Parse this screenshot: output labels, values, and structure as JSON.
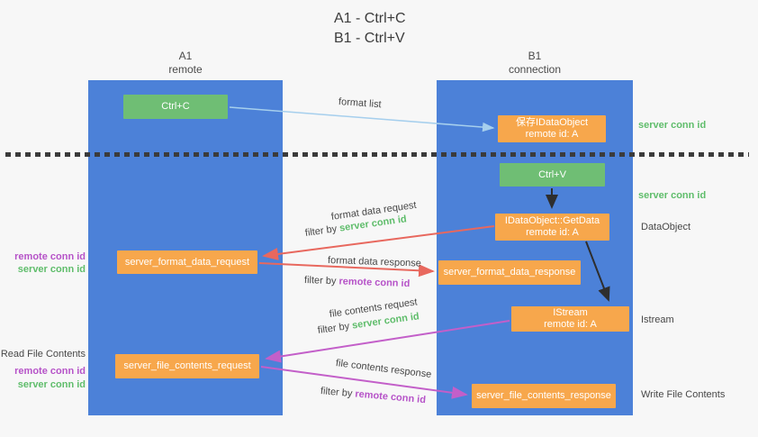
{
  "title": {
    "line1": "A1 - Ctrl+C",
    "line2": "B1 - Ctrl+V"
  },
  "lanes": [
    {
      "name": "A1",
      "subtitle": "remote"
    },
    {
      "name": "B1",
      "subtitle": "connection"
    }
  ],
  "nodes": {
    "ctrl_c": {
      "label": "Ctrl+C"
    },
    "save_idataobject": {
      "line1": "保存IDataObject",
      "line2": "remote id: A"
    },
    "ctrl_v": {
      "label": "Ctrl+V"
    },
    "getdata": {
      "line1": "IDataObject::GetData",
      "line2": "remote id: A"
    },
    "format_request": {
      "label": "server_format_data_request"
    },
    "format_response": {
      "label": "server_format_data_response"
    },
    "istream": {
      "line1": "IStream",
      "line2": "remote id: A"
    },
    "file_request": {
      "label": "server_file_contents_request"
    },
    "file_response": {
      "label": "server_file_contents_response"
    }
  },
  "edge_labels": {
    "format_list": "format list",
    "format_data_request": "format data request",
    "format_data_response": "format data response",
    "file_contents_request": "file contents request",
    "file_contents_response": "file contents response",
    "filter_by": "filter by",
    "server_conn_id": "server conn id",
    "remote_conn_id": "remote conn id"
  },
  "right_labels": {
    "server_conn_id_top": "server conn id",
    "server_conn_id_mid": "server conn id",
    "dataobject": "DataObject",
    "istream": "Istream",
    "write_file_contents": "Write File Contents"
  },
  "left_labels": {
    "remote_conn_id_top": "remote conn id",
    "server_conn_id_top": "server conn id",
    "read_file_contents": "Read File Contents",
    "remote_conn_id_bottom": "remote conn id",
    "server_conn_id_bottom": "server conn id"
  },
  "colors": {
    "lane_blue": "#4c81d8",
    "node_green": "#6fbe74",
    "node_orange": "#f7a74c",
    "arrow_light_blue": "#a6cfed",
    "arrow_red": "#e8685e",
    "arrow_magenta": "#c35fc9",
    "arrow_black": "#2e2e2e",
    "text_green": "#5fbd6b",
    "text_purple": "#b653c8",
    "text_dark": "#474747",
    "background": "#f7f7f7"
  }
}
